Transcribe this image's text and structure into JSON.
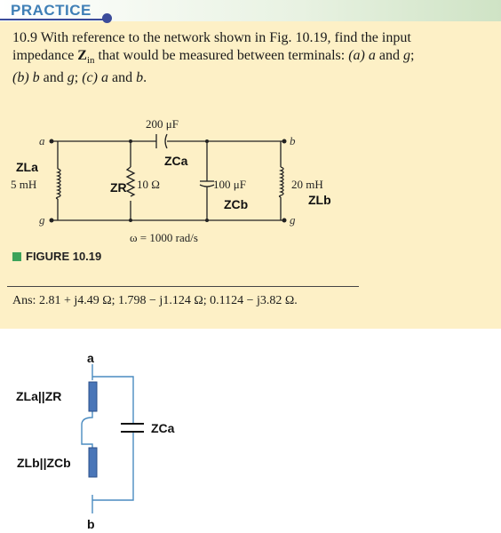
{
  "header": {
    "title": "PRACTICE"
  },
  "problem": {
    "number": "10.9",
    "text_1": "With reference to the network shown in Fig. 10.19, find the input",
    "text_2a": "impedance ",
    "z_main": "Z",
    "z_sub": "in",
    "text_2b": " that would be measured between terminals: ",
    "part_a": "(a)",
    "a_and_g": " a",
    "and_1": " and ",
    "g_1": "g",
    "semi_1": ";",
    "part_b": "(b)",
    "b_term": " b",
    "and_2": " and ",
    "g_2": "g",
    "semi_2": "; ",
    "part_c": "(c)",
    "a_term": " a",
    "and_3": " and ",
    "b_term2": "b",
    "period": "."
  },
  "circuit": {
    "terminal_a": "a",
    "terminal_b": "b",
    "terminal_g_left": "g",
    "terminal_g_right": "g",
    "cap_top_value": "200 μF",
    "cap_top_label": "ZCa",
    "left_ind_label": "ZLa",
    "left_ind_value": "5 mH",
    "res_label": "ZR",
    "res_value": "10 Ω",
    "cap_mid_value": "100 μF",
    "cap_mid_label": "ZCb",
    "right_ind_value": "20 mH",
    "right_ind_label": "ZLb",
    "omega": "ω = 1000 rad/s"
  },
  "figure": {
    "caption": "FIGURE 10.19"
  },
  "answer": {
    "text": "Ans: 2.81 + j4.49 Ω; 1.798 − j1.124 Ω; 0.1124 − j3.82 Ω."
  },
  "sketch": {
    "top_label": "a",
    "bottom_label": "b",
    "upper_block_label": "ZLa||ZR",
    "lower_block_label": "ZLb||ZCb",
    "cap_label": "ZCa"
  },
  "colors": {
    "panel_bg": "#fdf0c6",
    "header_text": "#3f7fb6",
    "header_accent": "#3b4b9a",
    "fig_square": "#3da35a",
    "block_fill": "#4a76b8",
    "sketch_wire": "#4a8bc0"
  }
}
